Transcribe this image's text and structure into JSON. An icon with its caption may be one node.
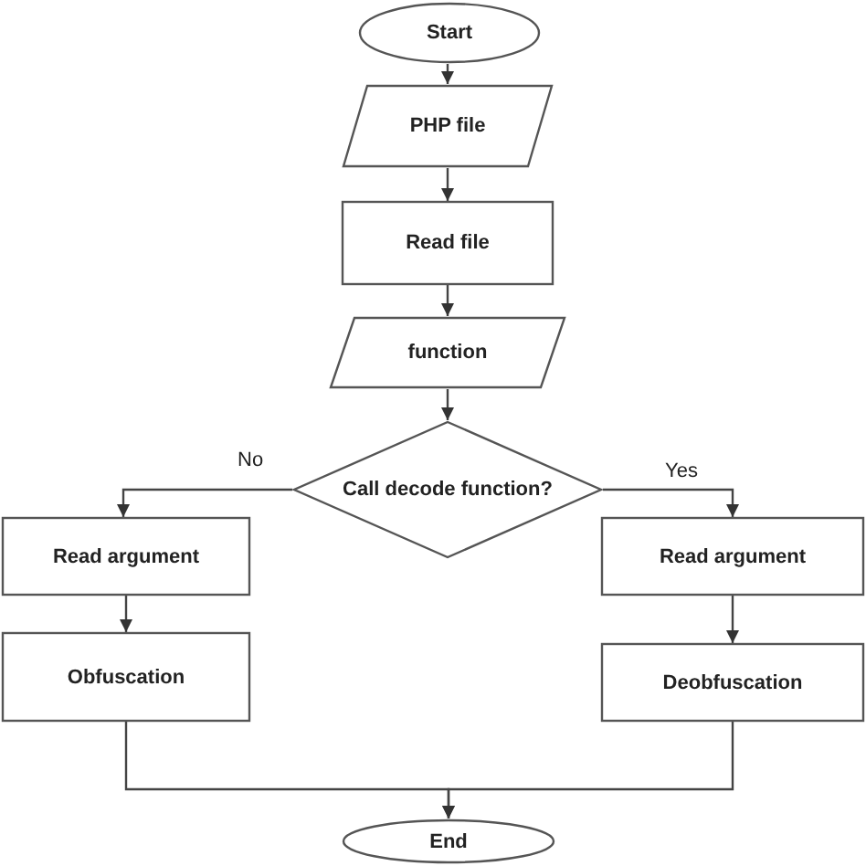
{
  "diagram": {
    "nodes": [
      {
        "text": [
          "Start"
        ]
      },
      {
        "text": [
          "PHP file"
        ]
      },
      {
        "text": [
          "Read file"
        ]
      },
      {
        "text": [
          "function"
        ]
      },
      {
        "text": [
          "Call decode function?"
        ]
      },
      {
        "text": [
          "Read argument"
        ]
      },
      {
        "text": [
          "Read argument"
        ]
      },
      {
        "text": [
          "Obfuscation"
        ]
      },
      {
        "text": [
          "Deobfuscation"
        ]
      },
      {
        "text": [
          "End"
        ]
      }
    ],
    "edges": [
      {
        "from": 0,
        "to": 1,
        "arrow": "to"
      },
      {
        "from": 1,
        "to": 2,
        "arrow": "to"
      },
      {
        "from": 2,
        "to": 3,
        "arrow": "to"
      },
      {
        "from": 3,
        "to": 4,
        "arrow": "to"
      },
      {
        "from": 4,
        "to": 5,
        "arrow": "to",
        "label": "No"
      },
      {
        "from": 4,
        "to": 6,
        "arrow": "to",
        "label": "Yes"
      },
      {
        "from": 5,
        "to": 7,
        "arrow": "to"
      },
      {
        "from": 6,
        "to": 8,
        "arrow": "to"
      },
      {
        "from": 7,
        "to": 9,
        "arrow": "to"
      },
      {
        "from": 8,
        "to": 9,
        "arrow": "to"
      }
    ]
  }
}
